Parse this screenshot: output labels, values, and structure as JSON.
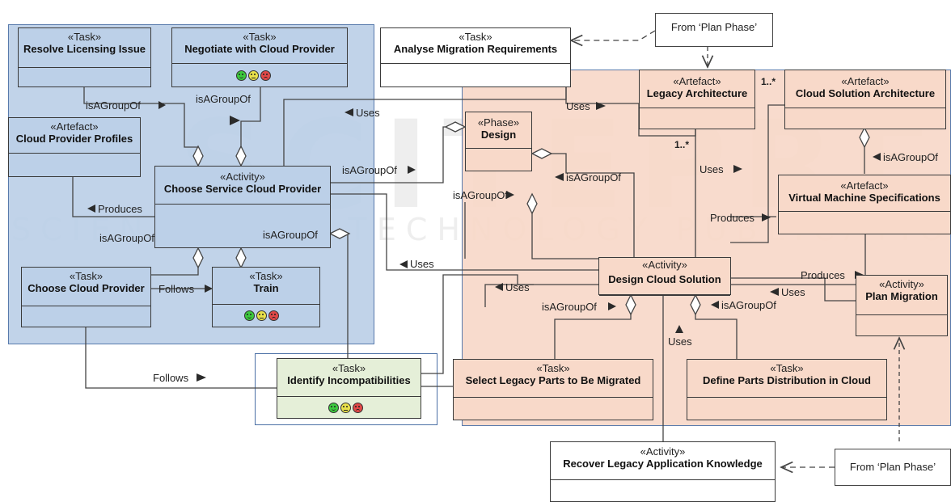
{
  "diagram": {
    "colors": {
      "left_region": "#bcd0e8",
      "right_region": "#f8d9c9",
      "green_box": "#e5efd8",
      "region_border": "#4a6fa5",
      "happy_face": "#3cc93c",
      "neutral_face": "#e8e04a",
      "sad_face": "#e04848"
    },
    "nodes": {
      "resolve_licensing": {
        "stereotype": "«Task»",
        "title": "Resolve Licensing Issue"
      },
      "negotiate_provider": {
        "stereotype": "«Task»",
        "title": "Negotiate with Cloud Provider"
      },
      "analyse_migration": {
        "stereotype": "«Task»",
        "title": "Analyse Migration Requirements"
      },
      "cloud_provider_profiles": {
        "stereotype": "«Artefact»",
        "title": "Cloud Provider Profiles"
      },
      "choose_service_provider": {
        "stereotype": "«Activity»",
        "title": "Choose Service Cloud Provider"
      },
      "choose_cloud_provider": {
        "stereotype": "«Task»",
        "title": "Choose Cloud Provider"
      },
      "train": {
        "stereotype": "«Task»",
        "title": "Train"
      },
      "identify_incompatibilities": {
        "stereotype": "«Task»",
        "title": "Identify Incompatibilities"
      },
      "design_phase": {
        "stereotype": "«Phase»",
        "title": "Design"
      },
      "legacy_architecture": {
        "stereotype": "«Artefact»",
        "title": "Legacy Architecture"
      },
      "cloud_solution_architecture": {
        "stereotype": "«Artefact»",
        "title": "Cloud Solution Architecture"
      },
      "vm_specifications": {
        "stereotype": "«Artefact»",
        "title": "Virtual Machine Specifications"
      },
      "design_cloud_solution": {
        "stereotype": "«Activity»",
        "title": "Design Cloud Solution"
      },
      "plan_migration": {
        "stereotype": "«Activity»",
        "title": "Plan Migration"
      },
      "select_legacy_parts": {
        "stereotype": "«Task»",
        "title": "Select Legacy Parts to Be Migrated"
      },
      "define_parts_distribution": {
        "stereotype": "«Task»",
        "title": "Define Parts Distribution in Cloud"
      },
      "recover_legacy_knowledge": {
        "stereotype": "«Activity»",
        "title": "Recover Legacy Application Knowledge"
      }
    },
    "notes": {
      "from_plan_top": "From ‘Plan Phase’",
      "from_plan_bottom": "From ‘Plan Phase’"
    },
    "edge_labels": {
      "isagroupof_1": "isAGroupOf",
      "isagroupof_2": "isAGroupOf",
      "uses_1": "Uses",
      "isagroupof_3": "isAGroupOf",
      "produces_1": "Produces",
      "isagroupof_4": "isAGroupOf",
      "isagroupof_5": "isAGroupOf",
      "follows_1": "Follows",
      "follows_2": "Follows",
      "uses_2": "Uses",
      "isagroupof_6": "isAGroupOf",
      "isagroupof_7": "isAGroupOf",
      "uses_3": "Uses",
      "produces_2": "Produces",
      "isagroupof_8": "isAGroupOf",
      "uses_4": "Uses",
      "produces_3": "Produces",
      "uses_5": "Uses",
      "isagroupof_9": "isAGroupOf",
      "uses_6": "Uses",
      "isagroupof_10": "isAGroupOf",
      "uses_7": "Uses",
      "mult_1": "1..*",
      "mult_2": "1..*"
    },
    "watermark": {
      "line1": "SCITEPRESS",
      "line2": "SCIENCE AND TECHNOLOGY PUBLICATIONS"
    }
  }
}
